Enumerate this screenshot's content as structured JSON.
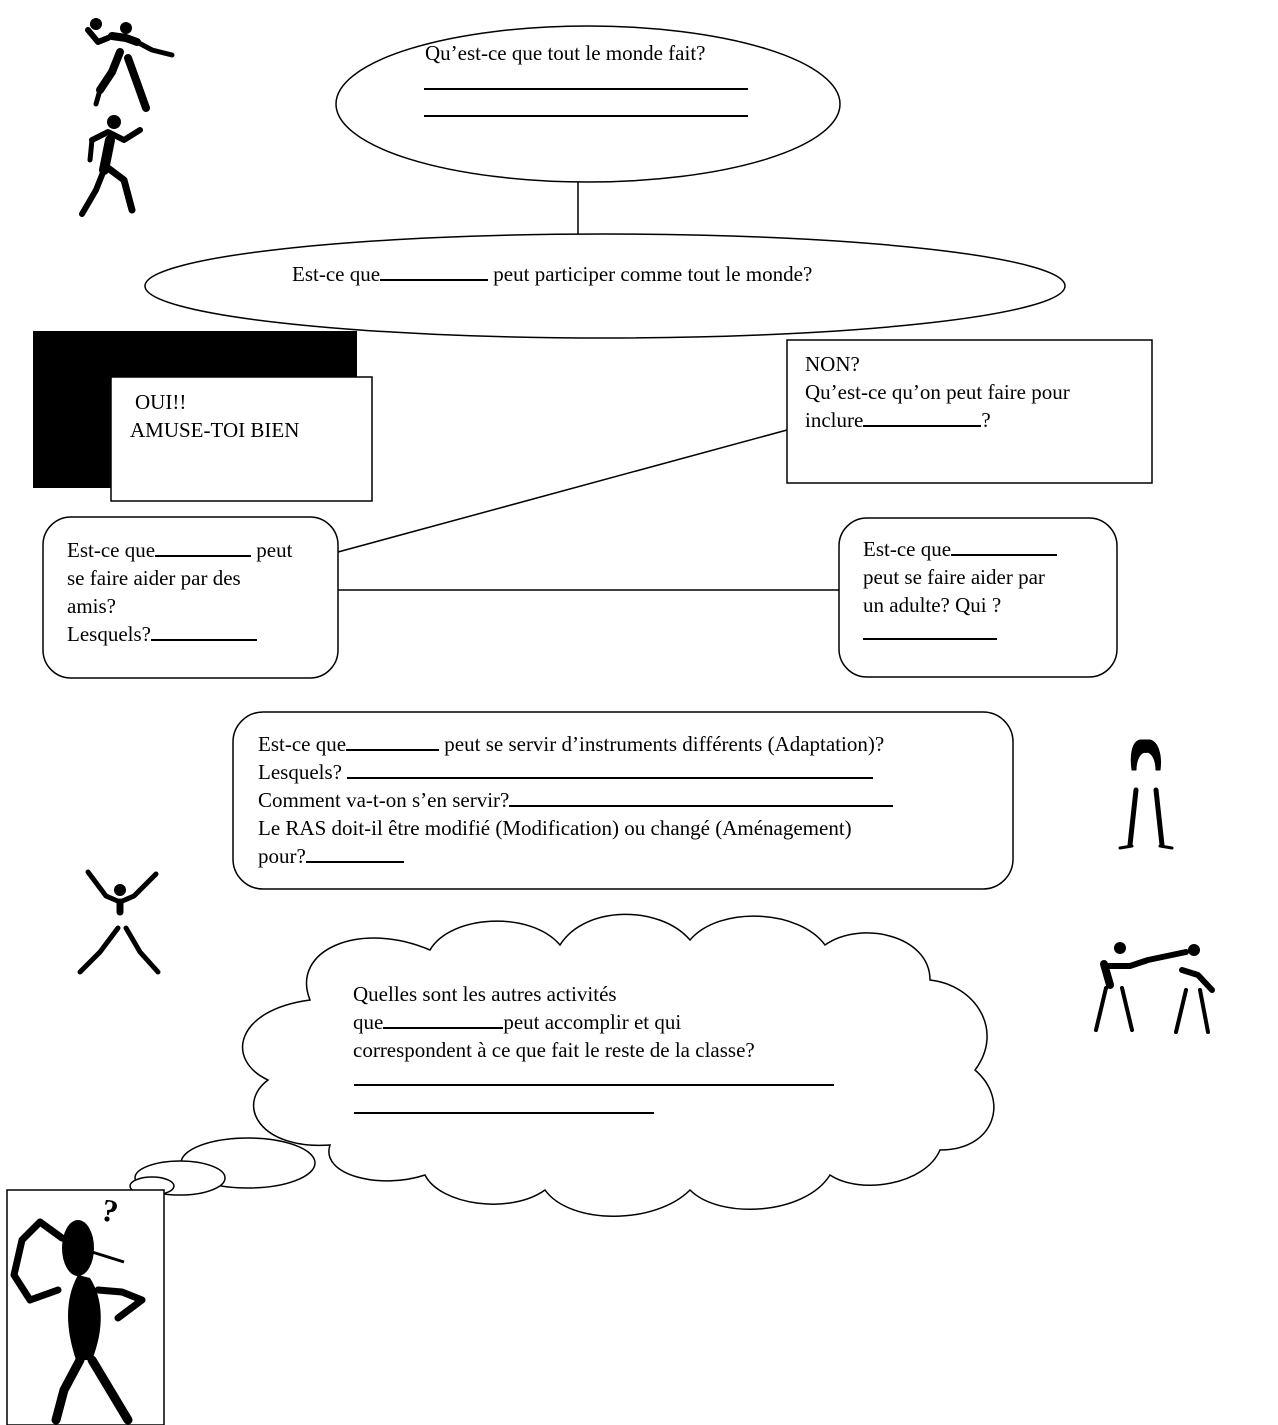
{
  "top_question": "Qu’est-ce que tout le monde fait?",
  "center_question": {
    "prefix": "Est-ce que",
    "suffix": "peut participer comme tout le monde?"
  },
  "yes_box": {
    "line1": "OUI!!",
    "line2": "AMUSE-TOI BIEN"
  },
  "no_box": {
    "line1": "NON?",
    "line2": "Qu’est-ce qu’on peut faire pour",
    "line3_prefix": "inclure",
    "line3_suffix": "?"
  },
  "friends_box": {
    "line1_prefix": "Est-ce que",
    "line1_suffix": "peut",
    "line2": "se faire aider par des",
    "line3": "amis?",
    "line4_prefix": "Lesquels?"
  },
  "adult_box": {
    "line1_prefix": "Est-ce que",
    "line2": "peut se faire aider par",
    "line3": "un adulte? Qui ?"
  },
  "instruments_box": {
    "line1_prefix": "Est-ce que",
    "line1_suffix": "peut se servir d’instruments différents (Adaptation)?",
    "line2_prefix": "Lesquels?",
    "line3_prefix": "Comment va-t-on s’en servir?",
    "line4": "Le RAS doit-il être modifié (Modification) ou changé (Aménagement)",
    "line5_prefix": "pour?"
  },
  "cloud": {
    "line1": "Quelles sont les autres activités",
    "line2_prefix": "que",
    "line2_suffix": "peut accomplir et qui",
    "line3": "correspondent à ce que fait le reste de la classe?"
  },
  "icons": [
    "running-figure-icon",
    "jogging-figure-icon",
    "stretching-figure-icon",
    "jumping-figure-icon",
    "two-figures-pulling-icon",
    "thinking-figure-icon"
  ]
}
